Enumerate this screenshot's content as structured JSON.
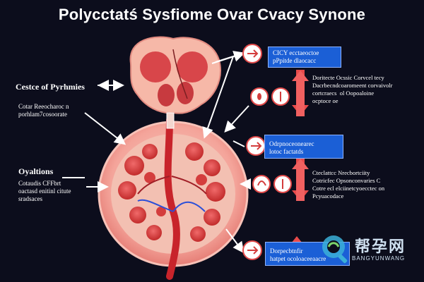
{
  "title": "Polycctatś Sysfiome Ovar Cvacy Synone",
  "left": {
    "label1": "Cestce of Pyrhmies",
    "text1": "Cotar Reeocharoc n\nporhlam7cosoorate",
    "label2": "Oyaltions",
    "text2": "Cotaudis CFFbrt\noactasd enitinl citute\nsradsaces"
  },
  "right": {
    "box1": "CICY ecctaeoctoe\npPpitde dlaocacc",
    "text1": "Doritecte Ocssic Corvcel tecy\nDacrbecndcoaromeent corvaivolr\ncortcraecs  ol Oopoaloine\nocptoce oe",
    "box2": "Odrpnoceonearec\nlotoc factatds",
    "text2": "Cteclattcc Nrecbortciity\nCotricfec Opsonconvaries C\nCotre ecl elciinetcyoecctec on\nPcyuacodace",
    "box3": "Dorpecbtnfir\nhatpet ocoloaceeaacre"
  },
  "watermark": {
    "cn": "帮孕网",
    "en": "BANGYUNWANG"
  },
  "colors": {
    "background": "#0c0d1c",
    "box": "#1b5fd6",
    "organ_red": "#d83a3a",
    "organ_pink": "#f4a49a",
    "arrow": "#ffffff"
  }
}
